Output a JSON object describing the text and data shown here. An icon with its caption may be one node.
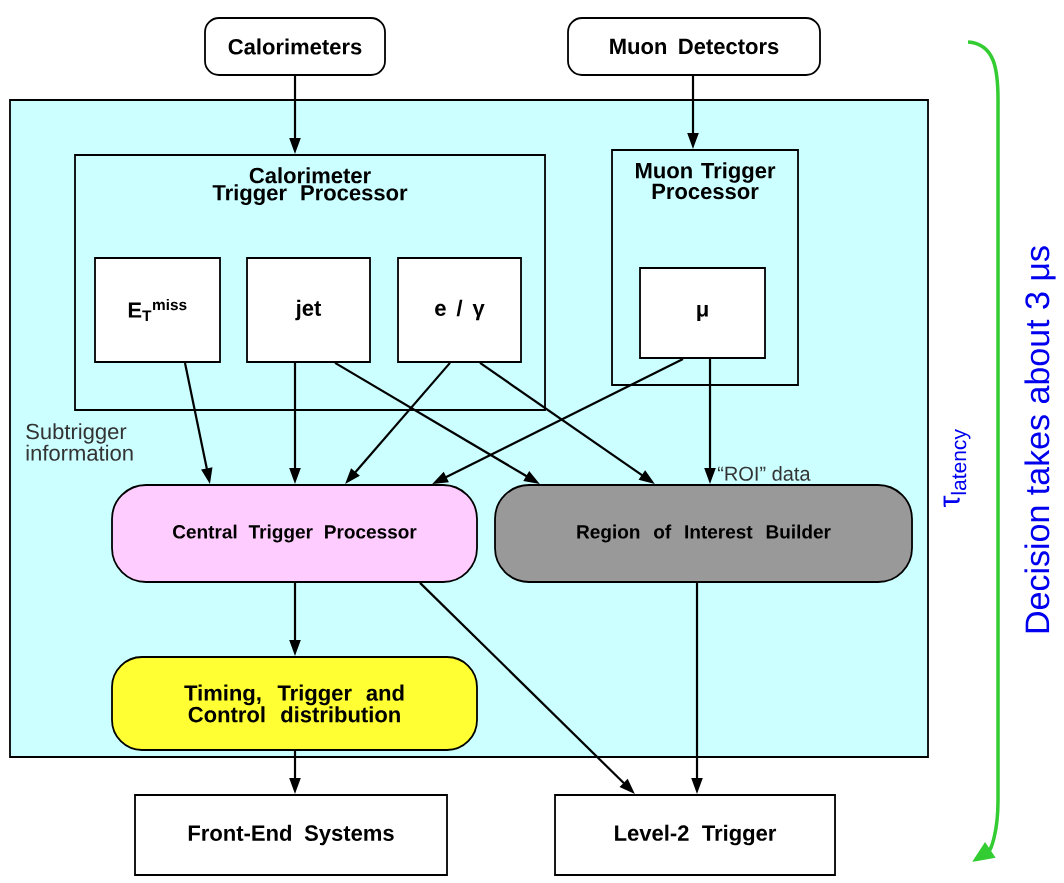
{
  "diagram": {
    "nodes": [
      {
        "text": [
          "Calorimeters"
        ]
      },
      {
        "text": [
          "Muon Detectors"
        ]
      },
      {
        "text": [],
        "shape": "box"
      },
      {
        "text": [
          "Calorimeter Trigger Processor"
        ],
        "in": 2
      },
      {
        "text": [
          "E$_{T}$$^{miss}$"
        ],
        "in": 3
      },
      {
        "text": [
          "jet"
        ],
        "in": 3
      },
      {
        "text": [
          "e / γ"
        ],
        "in": 3
      },
      {
        "text": [
          "Muon Trigger Processor"
        ],
        "in": 2
      },
      {
        "text": [
          "μ"
        ],
        "in": 7
      },
      {
        "text": [
          "Central Trigger Processor"
        ],
        "in": 2
      },
      {
        "text": [
          "Region of Interest Builder"
        ],
        "in": 2
      },
      {
        "text": [
          "Timing, Trigger and Control distribution"
        ],
        "in": 2
      },
      {
        "text": [
          "Front-End Systems"
        ]
      },
      {
        "text": [
          "Level-2 Trigger"
        ]
      }
    ],
    "edges": [
      {
        "from": 0,
        "to": 3,
        "arrow": "to"
      },
      {
        "from": 1,
        "to": 7,
        "arrow": "to"
      },
      {
        "from": 4,
        "to": 9,
        "arrow": "to"
      },
      {
        "from": 5,
        "to": 9,
        "arrow": "to"
      },
      {
        "from": 6,
        "to": 9,
        "arrow": "to"
      },
      {
        "from": 8,
        "to": 9,
        "arrow": "to"
      },
      {
        "from": 5,
        "to": 10,
        "arrow": "to"
      },
      {
        "from": 6,
        "to": 10,
        "arrow": "to"
      },
      {
        "from": 8,
        "to": 10,
        "arrow": "to",
        "label": "“ROI” data"
      },
      {
        "from": 9,
        "to": 11,
        "arrow": "to"
      },
      {
        "from": 11,
        "to": 12,
        "arrow": "to"
      },
      {
        "from": 9,
        "to": 13,
        "arrow": "to"
      },
      {
        "from": 10,
        "to": 13,
        "arrow": "to"
      }
    ],
    "labels": [
      "Subtrigger information",
      "τ$_{latency}$",
      "Decision takes about 3 μs"
    ]
  }
}
